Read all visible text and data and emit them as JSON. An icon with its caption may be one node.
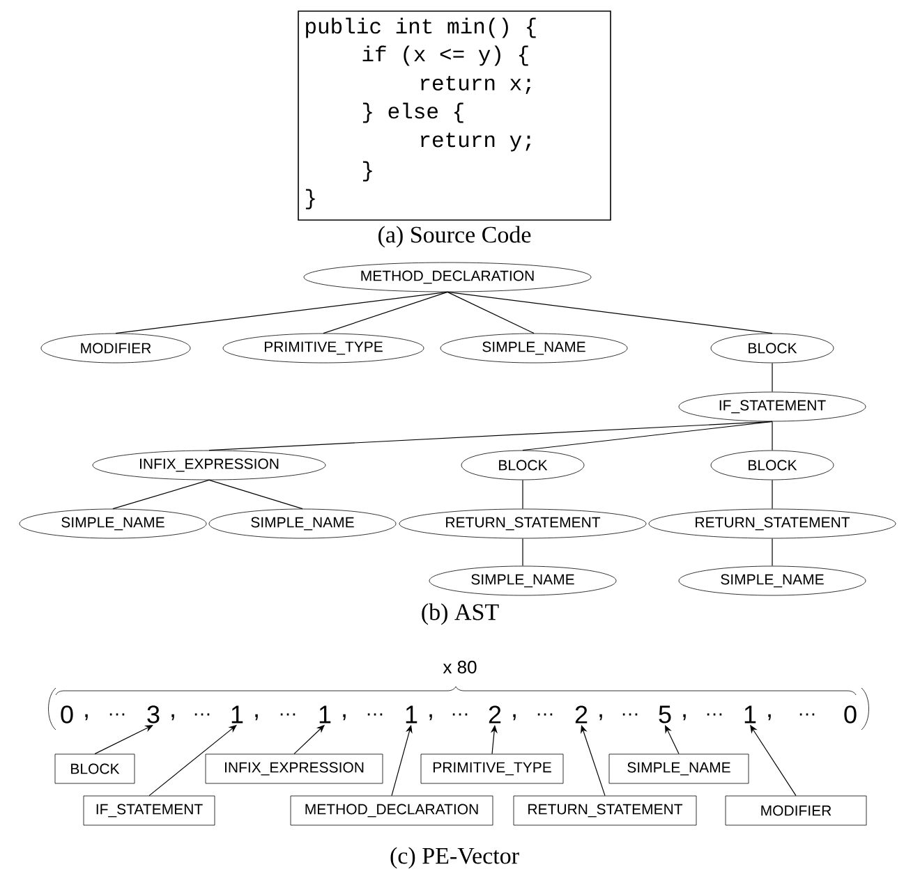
{
  "diagram": {
    "nodes": [
      {
        "text": [
          "public int min() {",
          "if (x <= y) {",
          "return x;",
          "} else {",
          "return y;",
          "}",
          "}"
        ]
      },
      {
        "text": [
          "METHOD_DECLARATION"
        ]
      },
      {
        "text": [
          "MODIFIER"
        ]
      },
      {
        "text": [
          "PRIMITIVE_TYPE"
        ]
      },
      {
        "text": [
          "SIMPLE_NAME"
        ]
      },
      {
        "text": [
          "BLOCK"
        ]
      },
      {
        "text": [
          "IF_STATEMENT"
        ]
      },
      {
        "text": [
          "INFIX_EXPRESSION"
        ]
      },
      {
        "text": [
          "BLOCK"
        ]
      },
      {
        "text": [
          "BLOCK"
        ]
      },
      {
        "text": [
          "SIMPLE_NAME"
        ]
      },
      {
        "text": [
          "SIMPLE_NAME"
        ]
      },
      {
        "text": [
          "RETURN_STATEMENT"
        ]
      },
      {
        "text": [
          "RETURN_STATEMENT"
        ]
      },
      {
        "text": [
          "SIMPLE_NAME"
        ]
      },
      {
        "text": [
          "SIMPLE_NAME"
        ]
      },
      {
        "text": [
          "0"
        ]
      },
      {
        "text": [
          "3"
        ]
      },
      {
        "text": [
          "1"
        ]
      },
      {
        "text": [
          "1"
        ]
      },
      {
        "text": [
          "1"
        ]
      },
      {
        "text": [
          "2"
        ]
      },
      {
        "text": [
          "2"
        ]
      },
      {
        "text": [
          "5"
        ]
      },
      {
        "text": [
          "1"
        ]
      },
      {
        "text": [
          "0"
        ]
      },
      {
        "text": [
          "BLOCK"
        ]
      },
      {
        "text": [
          "INFIX_EXPRESSION"
        ]
      },
      {
        "text": [
          "PRIMITIVE_TYPE"
        ]
      },
      {
        "text": [
          "SIMPLE_NAME"
        ]
      },
      {
        "text": [
          "IF_STATEMENT"
        ]
      },
      {
        "text": [
          "METHOD_DECLARATION"
        ]
      },
      {
        "text": [
          "RETURN_STATEMENT"
        ]
      },
      {
        "text": [
          "MODIFIER"
        ]
      }
    ],
    "edges": [
      {
        "from": 1,
        "to": 2,
        "arrow": "none"
      },
      {
        "from": 1,
        "to": 3,
        "arrow": "none"
      },
      {
        "from": 1,
        "to": 4,
        "arrow": "none"
      },
      {
        "from": 1,
        "to": 5,
        "arrow": "none"
      },
      {
        "from": 5,
        "to": 6,
        "arrow": "none"
      },
      {
        "from": 6,
        "to": 7,
        "arrow": "none"
      },
      {
        "from": 6,
        "to": 8,
        "arrow": "none"
      },
      {
        "from": 6,
        "to": 9,
        "arrow": "none"
      },
      {
        "from": 7,
        "to": 10,
        "arrow": "none"
      },
      {
        "from": 7,
        "to": 11,
        "arrow": "none"
      },
      {
        "from": 8,
        "to": 12,
        "arrow": "none"
      },
      {
        "from": 9,
        "to": 13,
        "arrow": "none"
      },
      {
        "from": 12,
        "to": 14,
        "arrow": "none"
      },
      {
        "from": 13,
        "to": 15,
        "arrow": "none"
      },
      {
        "from": 26,
        "to": 17,
        "arrow": "to"
      },
      {
        "from": 27,
        "to": 19,
        "arrow": "to"
      },
      {
        "from": 28,
        "to": 21,
        "arrow": "to"
      },
      {
        "from": 29,
        "to": 23,
        "arrow": "to"
      },
      {
        "from": 30,
        "to": 18,
        "arrow": "to"
      },
      {
        "from": 31,
        "to": 20,
        "arrow": "to"
      },
      {
        "from": 32,
        "to": 22,
        "arrow": "to"
      },
      {
        "from": 33,
        "to": 24,
        "arrow": "to"
      }
    ],
    "labels": [
      "(a) Source Code",
      "(b) AST",
      "x 80",
      ",",
      "…",
      ",",
      "…",
      ",",
      "…",
      ",",
      "…",
      ",",
      "…",
      ",",
      "…",
      ",",
      "…",
      ",",
      "…",
      ",",
      "…",
      "(c) PE-Vector"
    ]
  }
}
